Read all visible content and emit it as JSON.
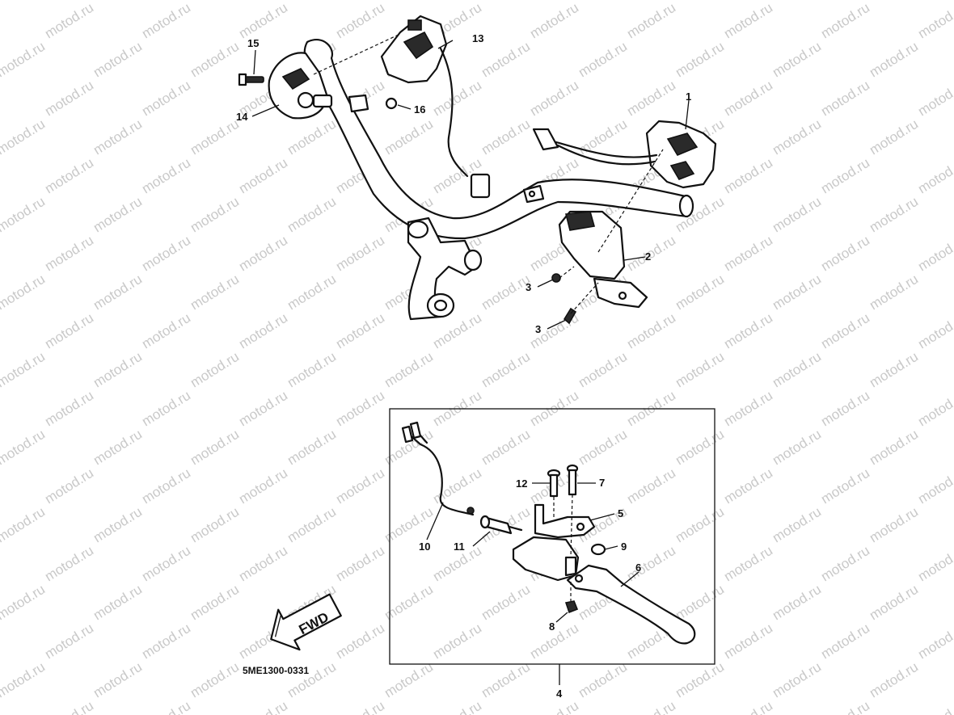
{
  "watermark": "motod.ru",
  "diagram_code": "5ME1300-0331",
  "fwd_label": "FWD",
  "callouts": {
    "c1": "1",
    "c2": "2",
    "c3a": "3",
    "c3b": "3",
    "c4": "4",
    "c5": "5",
    "c6": "6",
    "c7": "7",
    "c8": "8",
    "c9": "9",
    "c10": "10",
    "c11": "11",
    "c12": "12",
    "c13": "13",
    "c14": "14",
    "c15": "15",
    "c16": "16"
  },
  "colors": {
    "line": "#111111",
    "watermark": "#c9c9c9",
    "background": "#ffffff"
  }
}
